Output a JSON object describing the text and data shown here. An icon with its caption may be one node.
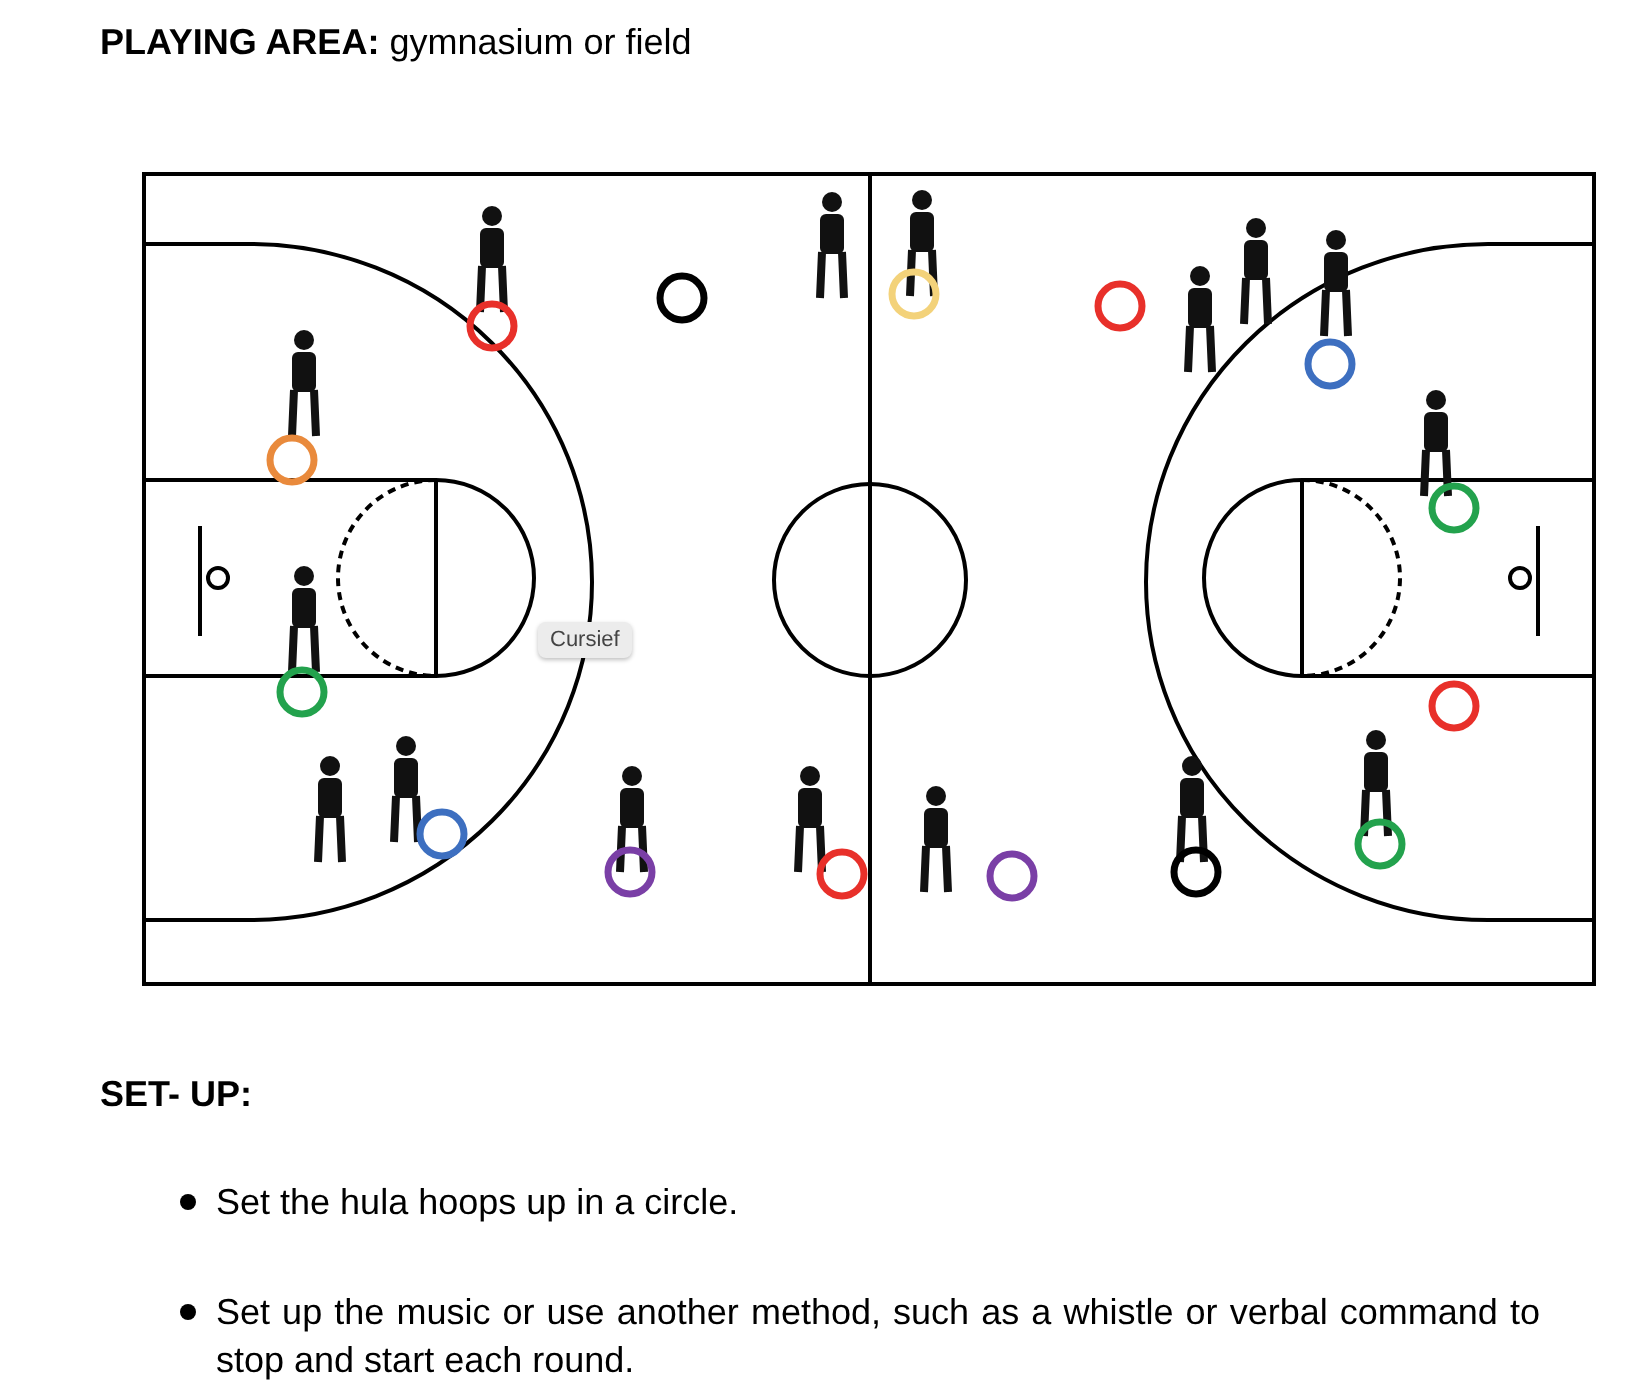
{
  "diagram": {
    "labels": [
      "**PLAYING AREA:** gymnasium or field",
      "Cursief",
      "SET- UP:",
      "Set the hula hoops up in a circle.",
      "Set up the music or use another method, such as a whistle or verbal command to stop and start each round."
    ]
  }
}
